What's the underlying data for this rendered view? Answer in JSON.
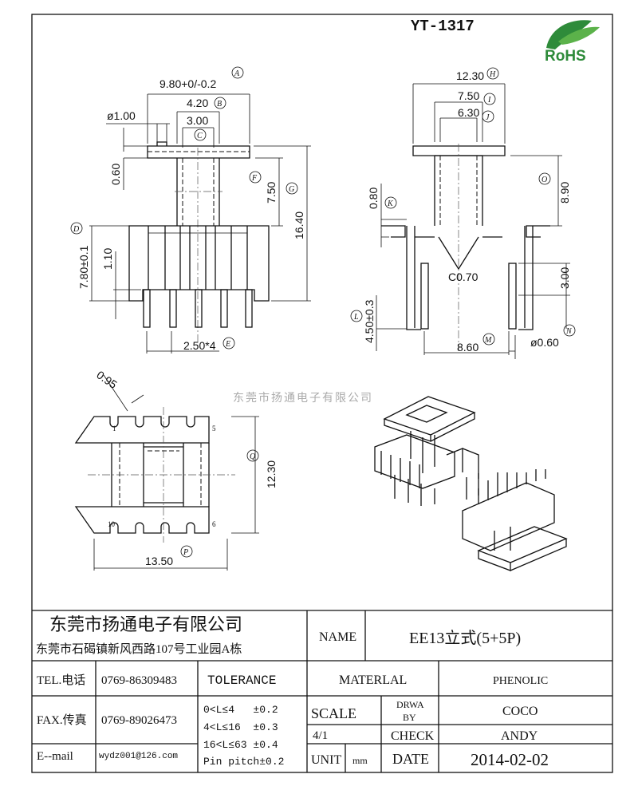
{
  "drawing": {
    "part_number": "YT-1317",
    "rohs_logo": "RoHS",
    "watermark": "东莞市扬通电子有限公司",
    "front_view": {
      "dim_A": "9.80+0/-0.2",
      "dim_B": "4.20",
      "dim_C": "3.00",
      "dim_pin_dia": "ø1.00",
      "dim_flange": "0.60",
      "dim_F": "7.50",
      "dim_G": "16.40",
      "dim_D": "7.80±0.1",
      "dim_step": "1.10",
      "dim_E": "2.50*4"
    },
    "side_view": {
      "dim_H": "12.30",
      "dim_I": "7.50",
      "dim_J": "6.30",
      "dim_K": "0.80",
      "dim_O": "8.90",
      "chamfer": "C0.70",
      "dim_slot": "3.00",
      "dim_L": "4.50±0.3",
      "dim_M": "8.60",
      "dim_N": "ø0.60"
    },
    "bottom_view": {
      "dim_notch": "0.95",
      "dim_Q": "12.30",
      "dim_P": "13.50",
      "pin_labels": [
        "1",
        "5",
        "10",
        "6"
      ]
    },
    "callouts": [
      "A",
      "B",
      "C",
      "D",
      "E",
      "F",
      "G",
      "H",
      "I",
      "J",
      "K",
      "L",
      "M",
      "N",
      "O",
      "P",
      "Q"
    ]
  },
  "title_block": {
    "company": "东莞市扬通电子有限公司",
    "address": "东莞市石碣镇新风西路107号工业园A栋",
    "name_label": "NAME",
    "name_value": "EE13立式(5+5P)",
    "tel_label": "TEL.电话",
    "tel_value": "0769-86309483",
    "fax_label": "FAX.传真",
    "fax_value": "0769-89026473",
    "email_label": "E--mail",
    "email_value": "wydz001@126.com",
    "tolerance_label": "TOLERANCE",
    "tolerance_lines": [
      "0<L≤4   ±0.2",
      "4<L≤16  ±0.3",
      "16<L≤63 ±0.4",
      "Pin pitch±0.2"
    ],
    "material_label": "MATERLAL",
    "material_value": "PHENOLIC",
    "scale_label": "SCALE",
    "scale_value": "4/1",
    "drawn_by_label": [
      "DRWA",
      "BY"
    ],
    "drawn_by_value": "COCO",
    "check_label": "CHECK",
    "check_value": "ANDY",
    "unit_label": "UNIT",
    "unit_value": "mm",
    "date_label": "DATE",
    "date_value": "2014-02-02"
  }
}
